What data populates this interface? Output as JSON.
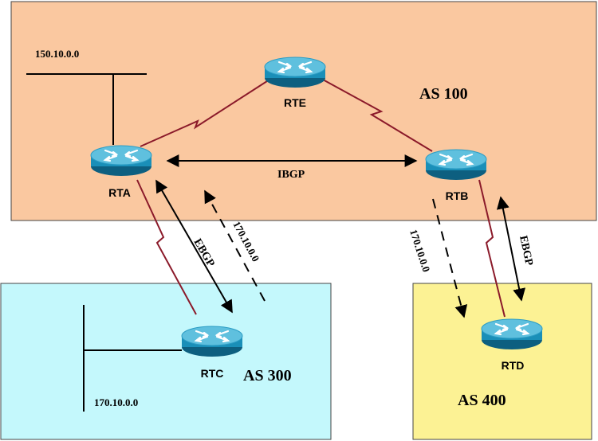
{
  "autonomous_systems": {
    "as100": {
      "label": "AS 100",
      "color": "#fac8a0"
    },
    "as300": {
      "label": "AS 300",
      "color": "#c4f8fc"
    },
    "as400": {
      "label": "AS 400",
      "color": "#fcf294"
    }
  },
  "routers": {
    "rta": {
      "label": "RTA"
    },
    "rtb": {
      "label": "RTB"
    },
    "rtc": {
      "label": "RTC"
    },
    "rtd": {
      "label": "RTD"
    },
    "rte": {
      "label": "RTE"
    }
  },
  "networks": {
    "net_150": {
      "label": "150.10.0.0"
    },
    "net_170_as300": {
      "label": "170.10.0.0"
    }
  },
  "sessions": {
    "ibgp": {
      "label": "IBGP"
    },
    "ebgp_rta_rtc": {
      "label": "EBGP"
    },
    "ebgp_rtb_rtd": {
      "label": "EBGP"
    }
  },
  "route_updates": {
    "rtc_to_rta": {
      "label": "170.10.0.0"
    },
    "rtb_to_rtd": {
      "label": "170.10.0.0"
    }
  },
  "colors": {
    "router_body": "#1a8fb8",
    "router_top": "#5fc0de",
    "serial_link": "#8b1a2a"
  }
}
